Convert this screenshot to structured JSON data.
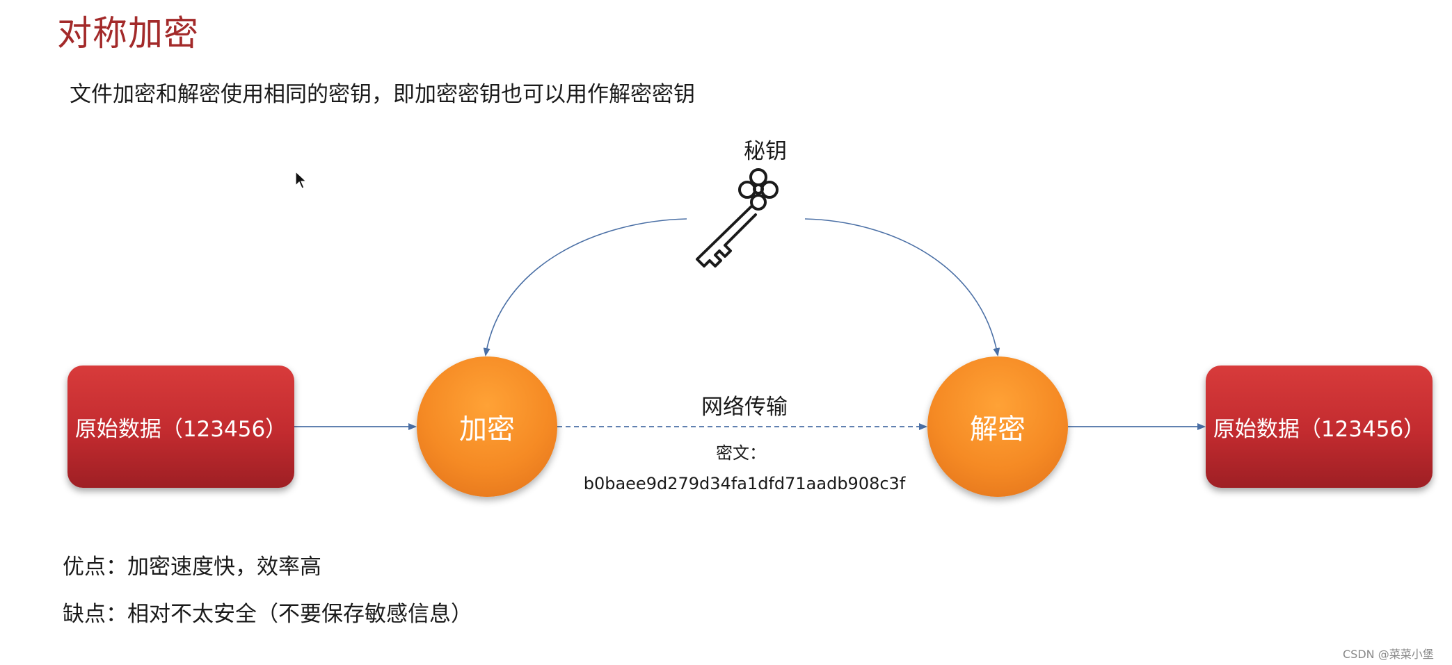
{
  "title": "对称加密",
  "subtitle": "文件加密和解密使用相同的密钥，即加密密钥也可以用作解密密钥",
  "key": {
    "label": "秘钥",
    "icon": "key-icon"
  },
  "source_box": {
    "label": "原始数据（123456）"
  },
  "encrypt_node": {
    "label": "加密"
  },
  "decrypt_node": {
    "label": "解密"
  },
  "target_box": {
    "label": "原始数据（123456）"
  },
  "network": {
    "label": "网络传输",
    "ciphertext_label": "密文：",
    "ciphertext_value": "b0baee9d279d34fa1dfd71aadb908c3f"
  },
  "pros": "优点：加密速度快，效率高",
  "cons": "缺点：相对不太安全（不要保存敏感信息）",
  "watermark": "CSDN @菜菜小堡",
  "colors": {
    "title": "#a32a2a",
    "box_red": "#c22b2f",
    "circle_orange": "#f58a24",
    "arrow_blue": "#4a6fa5"
  }
}
